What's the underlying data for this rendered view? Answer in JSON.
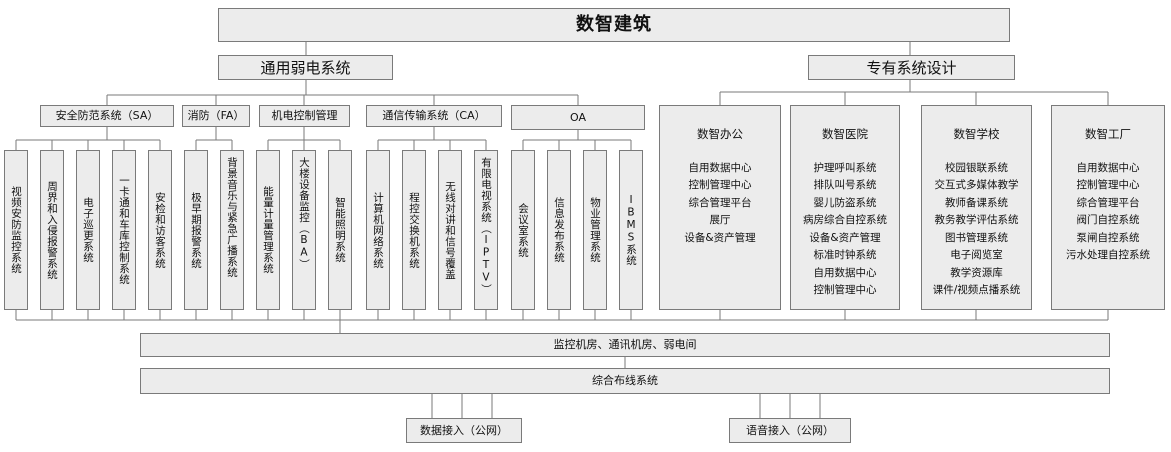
{
  "root": "数智建筑",
  "general": {
    "title": "通用弱电系统",
    "groups": [
      {
        "title": "安全防范系统（SA）",
        "items": [
          "视频安防监控系统",
          "周界和入侵报警系统",
          "电子巡更系统",
          "一卡通和车库控制系统",
          "安检和访客系统"
        ]
      },
      {
        "title": "消防（FA）",
        "items": [
          "极早期报警系统",
          "背景音乐与紧急广播系统"
        ]
      },
      {
        "title": "机电控制管理",
        "items": [
          "能量计量管理系统",
          "大楼设备监控（BA）",
          "智能照明系统"
        ]
      },
      {
        "title": "通信传输系统（CA）",
        "items": [
          "计算机网络系统",
          "程控交换机系统",
          "无线对讲和信号覆盖",
          "有限电视系统（IPTV）"
        ]
      },
      {
        "title": "OA",
        "items": [
          "会议室系统",
          "信息发布系统",
          "物业管理系统",
          "IBMS系统"
        ]
      }
    ]
  },
  "special": {
    "title": "专有系统设计",
    "columns": [
      {
        "title": "数智办公",
        "items": [
          "自用数据中心",
          "控制管理中心",
          "综合管理平台",
          "展厅",
          "设备&资产管理"
        ]
      },
      {
        "title": "数智医院",
        "items": [
          "护理呼叫系统",
          "排队叫号系统",
          "婴儿防盗系统",
          "病房综合自控系统",
          "设备&资产管理",
          "标准时钟系统",
          "自用数据中心",
          "控制管理中心"
        ]
      },
      {
        "title": "数智学校",
        "items": [
          "校园银联系统",
          "交互式多媒体教学",
          "教师备课系统",
          "教务教学评估系统",
          "图书管理系统",
          "电子阅览室",
          "教学资源库",
          "课件/视频点播系统"
        ]
      },
      {
        "title": "数智工厂",
        "items": [
          "自用数据中心",
          "控制管理中心",
          "综合管理平台",
          "阀门自控系统",
          "泵闸自控系统",
          "污水处理自控系统"
        ]
      }
    ]
  },
  "machine_room": "监控机房、通讯机房、弱电间",
  "cabling": "综合布线系统",
  "access": {
    "data": "数据接入（公网）",
    "voice": "语音接入（公网）"
  }
}
